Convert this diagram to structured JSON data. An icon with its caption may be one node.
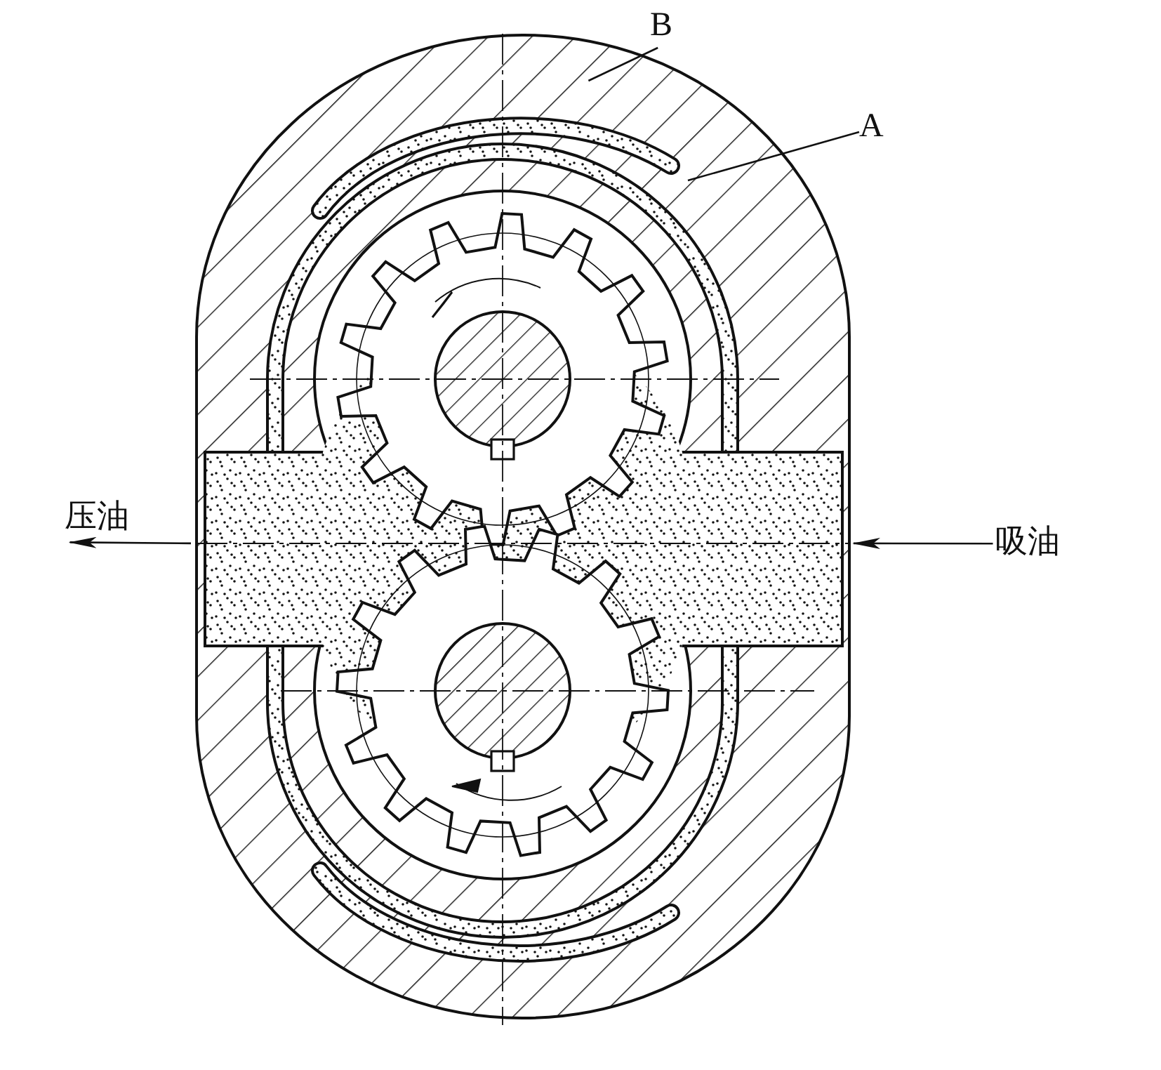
{
  "diagram": {
    "nodes": [
      {
        "text": [],
        "shape": "picture"
      },
      {
        "text": [
          "B"
        ]
      },
      {
        "text": [
          "A"
        ]
      },
      {
        "text": [
          "压油"
        ]
      },
      {
        "text": [
          "吸油"
        ]
      }
    ],
    "edges": [
      {
        "from": 1,
        "to": 0,
        "arrow": "none"
      },
      {
        "from": 2,
        "to": 0,
        "arrow": "none"
      },
      {
        "from": 0,
        "to": 3,
        "arrow": "to"
      },
      {
        "from": 4,
        "to": 0,
        "arrow": "to"
      }
    ]
  }
}
